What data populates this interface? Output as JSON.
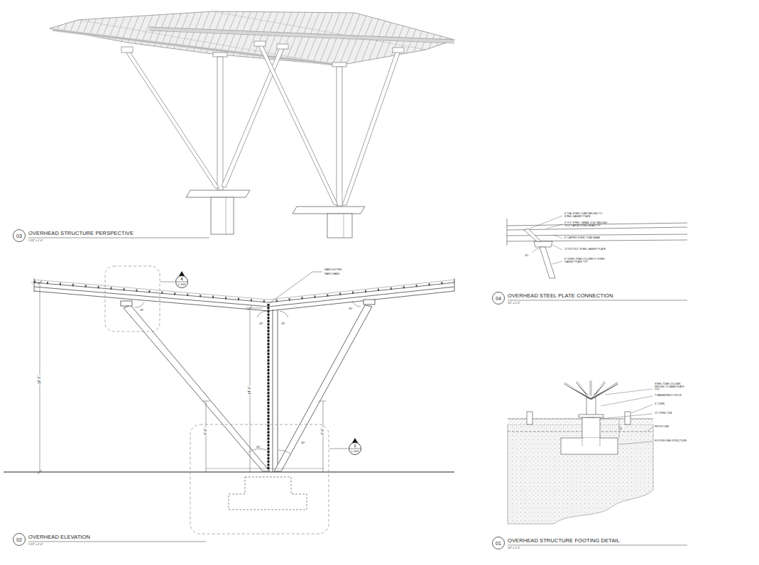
{
  "diagram": {
    "nodes": [
      {
        "text": [
          "03",
          "OVERHEAD STRUCTURE PERSPECTIVE"
        ]
      },
      {
        "text": [
          "4",
          "L-303"
        ]
      },
      {
        "text": [
          "1",
          "L-303"
        ]
      },
      {
        "text": [
          "02",
          "OVERHEAD ELEVATION"
        ]
      },
      {
        "text": [
          "04",
          "OVERHEAD STEEL PLATE CONNECTION"
        ]
      },
      {
        "text": [
          "01",
          "OVERHEAD STRUCTURE FOOTING DETAIL"
        ]
      }
    ],
    "labels": [
      "1 1/2\" = 1'-0\"",
      "RAIN GUTTER",
      "RAIN CHAIN",
      "16'-0\"",
      "14'-0\"",
      "6'-6\"",
      "6'-6\"",
      "45°",
      "45°",
      "45°",
      "45°",
      "60°",
      "30°",
      "1 1/2\" = 1'-0\"",
      "4\" DIA. STEEL TUBE WELDED TO STEEL GASKET PLATE",
      "4\" X 6\" STEEL I BEAM, 4\"X6\" WELDED TO 4\" LARGE STEEL BEAM TYP",
      "6\" CAPPED STEEL TUBE BEAM",
      "12\"X12\"X1/2\" STEEL GASKET PLATE",
      "6\" STEEL TUBE COLUMN TO STEEL GASKET PLATE TYP",
      "45°",
      "1/2\" = 1'-0\"",
      "STEEL TUBE COLUMN WELDED TO BASE PLATE TYP",
      "7 WASHER/BOLT HOOK",
      "6\" CURB",
      "12\" STEEL TUB",
      "FROST LINE",
      "FOOTING SEE STRUCTURE",
      "12\"",
      "1/2\" = 1'-0\""
    ]
  }
}
